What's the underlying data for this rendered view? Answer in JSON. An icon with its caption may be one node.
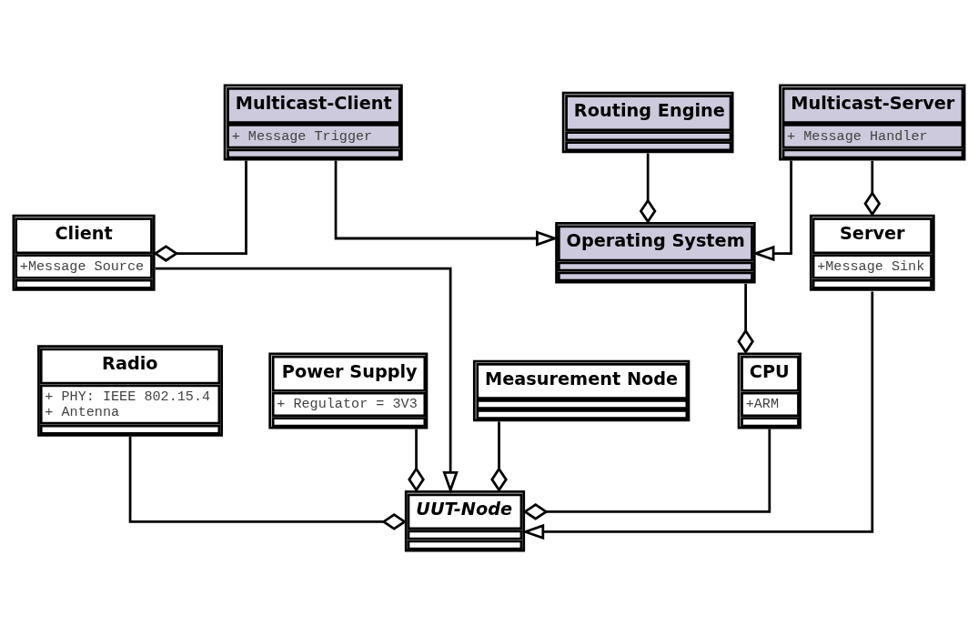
{
  "diagram": {
    "nodes": [
      {
        "text": [
          "Routing Engine"
        ]
      },
      {
        "text": [
          "Operating System"
        ]
      },
      {
        "text": [
          "Radio",
          "+ PHY: IEEE 802.15.4",
          "+ Antenna"
        ]
      },
      {
        "text": [
          "CPU",
          "+ARM"
        ]
      },
      {
        "text": [
          "Power Supply",
          "+ Regulator = 3V3"
        ]
      },
      {
        "text": [
          "UUT-Node"
        ]
      },
      {
        "text": [
          "Measurement Node"
        ]
      },
      {
        "text": [
          "Multicast-Client",
          "+ Message Trigger"
        ]
      },
      {
        "text": [
          "Client",
          "+Message Source"
        ]
      },
      {
        "text": [
          "Server",
          "+Message Sink"
        ]
      },
      {
        "text": [
          "Multicast-Server",
          "+ Message Handler"
        ]
      }
    ],
    "edges": [
      {
        "from": 0,
        "to": 1,
        "arrow": "other"
      },
      {
        "from": 1,
        "to": 3,
        "arrow": "other"
      },
      {
        "from": 7,
        "to": 1,
        "arrow": "to"
      },
      {
        "from": 10,
        "to": 1,
        "arrow": "to"
      },
      {
        "from": 2,
        "to": 5,
        "arrow": "other"
      },
      {
        "from": 3,
        "to": 5,
        "arrow": "other"
      },
      {
        "from": 4,
        "to": 5,
        "arrow": "other"
      },
      {
        "from": 6,
        "to": 5,
        "arrow": "other"
      },
      {
        "from": 8,
        "to": 5,
        "arrow": "to"
      },
      {
        "from": 9,
        "to": 5,
        "arrow": "to"
      },
      {
        "from": 7,
        "to": 8,
        "arrow": "other"
      },
      {
        "from": 10,
        "to": 9,
        "arrow": "other"
      }
    ]
  }
}
